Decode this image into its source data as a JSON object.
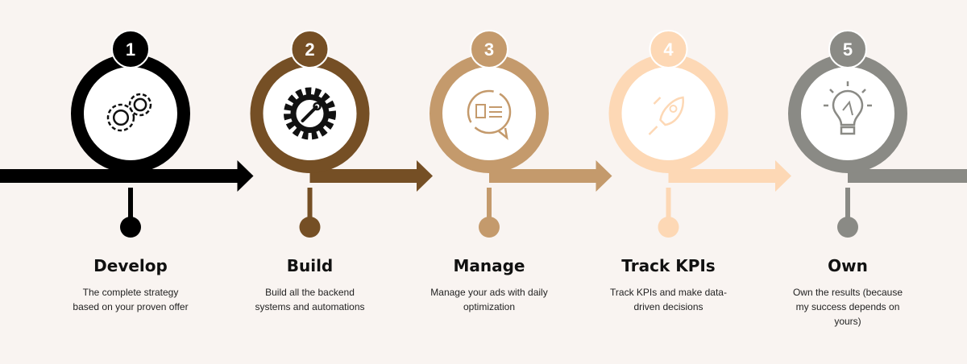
{
  "steps": [
    {
      "number": "1",
      "title": "Develop",
      "description": "The complete strategy based on your proven offer",
      "color": "#000000",
      "icon": "gears-icon"
    },
    {
      "number": "2",
      "title": "Build",
      "description": "Build all the backend systems and automations",
      "color": "#754f25",
      "icon": "gear-wrench-icon"
    },
    {
      "number": "3",
      "title": "Manage",
      "description": "Manage your ads with daily optimization",
      "color": "#c49a6c",
      "icon": "profile-chat-icon"
    },
    {
      "number": "4",
      "title": "Track KPIs",
      "description": "Track KPIs and make data-driven decisions",
      "color": "#fdd8b5",
      "icon": "rocket-icon"
    },
    {
      "number": "5",
      "title": "Own",
      "description": "Own the results (because my success depends on yours)",
      "color": "#8a8a85",
      "icon": "lightbulb-icon"
    }
  ],
  "background": "#f9f4f1"
}
